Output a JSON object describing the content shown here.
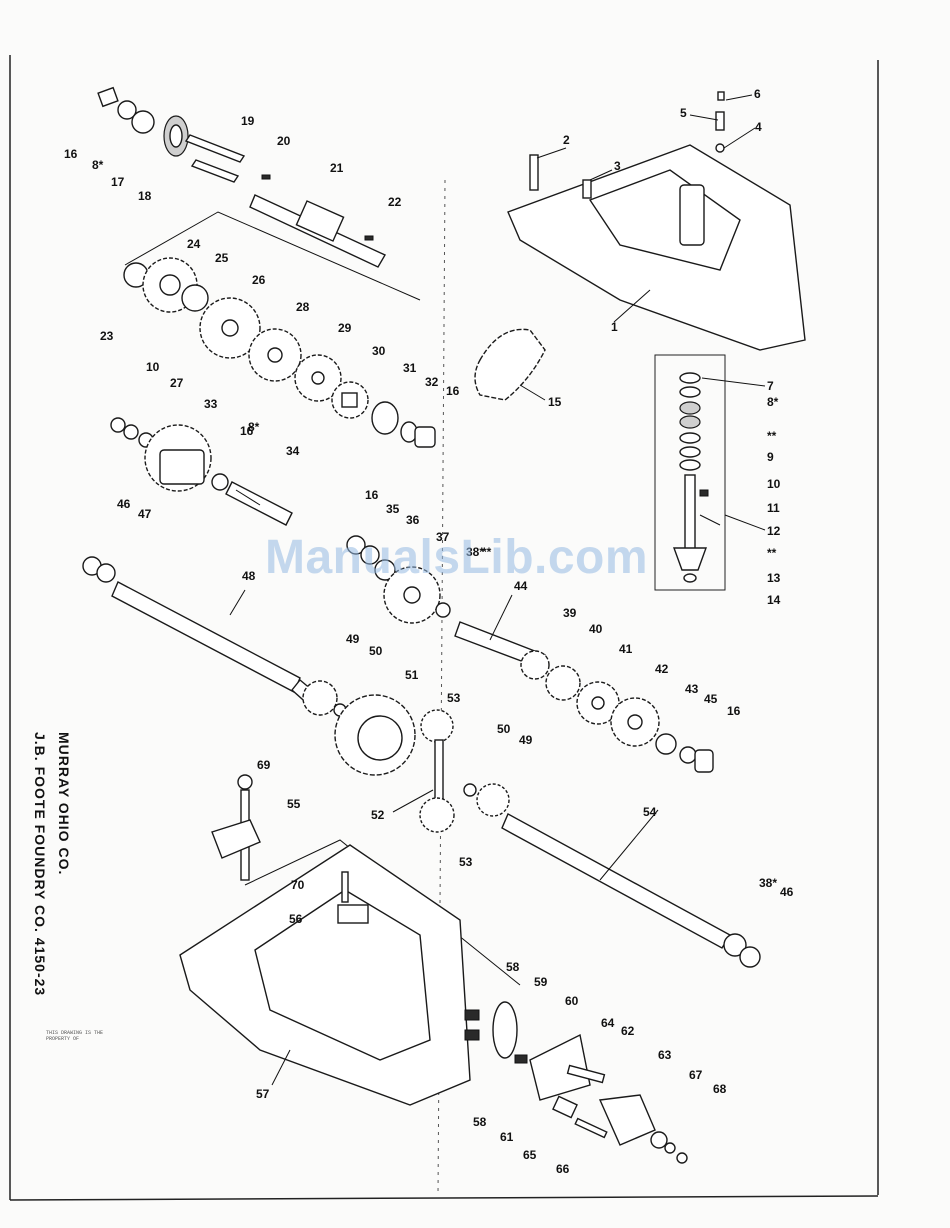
{
  "watermark": "ManualsLib.com",
  "credits": {
    "line1": "J.B. FOOTE FOUNDRY CO.  4150-23",
    "line2": "MURRAY OHIO CO."
  },
  "stamp": "THIS DRAWING IS THE PROPERTY OF",
  "part_labels": [
    "1",
    "2",
    "3",
    "4",
    "5",
    "6",
    "7",
    "8*",
    "8*",
    "8*",
    "9",
    "10",
    "10",
    "11",
    "12",
    "13",
    "14",
    "15",
    "16",
    "16",
    "16",
    "16",
    "16",
    "17",
    "18",
    "19",
    "20",
    "21",
    "22",
    "23",
    "24",
    "25",
    "26",
    "27",
    "28",
    "29",
    "30",
    "31",
    "32",
    "33",
    "34",
    "35",
    "36",
    "37",
    "38*",
    "38*",
    "39",
    "40",
    "41",
    "42",
    "43",
    "44",
    "45",
    "46",
    "46",
    "47",
    "48",
    "49",
    "49",
    "50",
    "50",
    "51",
    "52",
    "53",
    "53",
    "54",
    "55",
    "56",
    "57",
    "58",
    "58",
    "59",
    "60",
    "61",
    "62",
    "63",
    "64",
    "65",
    "66",
    "67",
    "68",
    "69",
    "70",
    "**",
    "**",
    "**"
  ]
}
